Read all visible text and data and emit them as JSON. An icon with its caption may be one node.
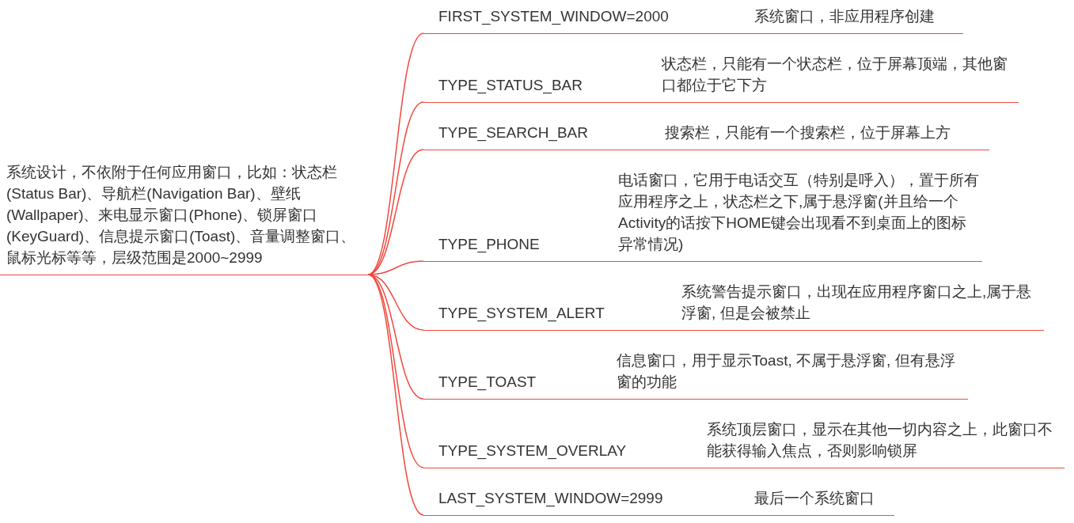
{
  "diagram": {
    "nodes": [
      {
        "text": [
          "系统设计，不依附于任何应用窗口，比如：状态栏(Status Bar)、导航栏(Navigation Bar)、壁纸(Wallpaper)、来电显示窗口(Phone)、锁屏窗口(KeyGuard)、信息提示窗口(Toast)、音量调整窗口、鼠标光标等等，层级范围是2000~2999"
        ]
      },
      {
        "text": [
          "FIRST_SYSTEM_WINDOW=2000",
          "系统窗口，非应用程序创建"
        ]
      },
      {
        "text": [
          "TYPE_STATUS_BAR",
          "状态栏，只能有一个状态栏，位于屏幕顶端，其他窗口都位于它下方"
        ]
      },
      {
        "text": [
          "TYPE_SEARCH_BAR",
          "搜索栏，只能有一个搜索栏，位于屏幕上方"
        ]
      },
      {
        "text": [
          "TYPE_PHONE",
          "电话窗口，它用于电话交互（特别是呼入），置于所有应用程序之上，状态栏之下,属于悬浮窗(并且给一个Activity的话按下HOME键会出现看不到桌面上的图标异常情况)"
        ]
      },
      {
        "text": [
          "TYPE_SYSTEM_ALERT",
          "系统警告提示窗口，出现在应用程序窗口之上,属于悬浮窗, 但是会被禁止"
        ]
      },
      {
        "text": [
          "TYPE_TOAST",
          "信息窗口，用于显示Toast, 不属于悬浮窗, 但有悬浮窗的功能"
        ]
      },
      {
        "text": [
          "TYPE_SYSTEM_OVERLAY",
          "系统顶层窗口，显示在其他一切内容之上，此窗口不能获得输入焦点，否则影响锁屏"
        ]
      },
      {
        "text": [
          "LAST_SYSTEM_WINDOW=2999",
          "最后一个系统窗口"
        ]
      }
    ],
    "edges": [
      {
        "from": 0,
        "to": 1,
        "arrow": "none"
      },
      {
        "from": 0,
        "to": 2,
        "arrow": "none"
      },
      {
        "from": 0,
        "to": 3,
        "arrow": "none"
      },
      {
        "from": 0,
        "to": 4,
        "arrow": "none"
      },
      {
        "from": 0,
        "to": 5,
        "arrow": "none"
      },
      {
        "from": 0,
        "to": 6,
        "arrow": "none"
      },
      {
        "from": 0,
        "to": 7,
        "arrow": "none"
      },
      {
        "from": 0,
        "to": 8,
        "arrow": "none"
      }
    ]
  }
}
